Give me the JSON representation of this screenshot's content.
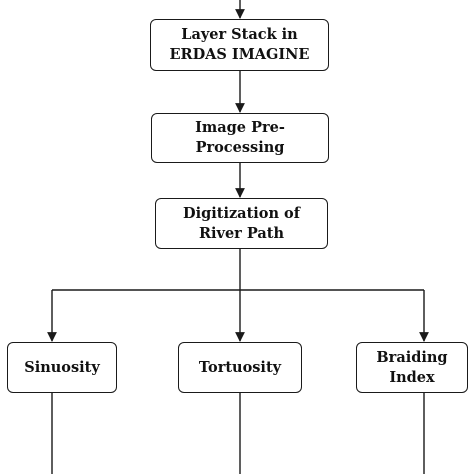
{
  "diagram": {
    "nodes": [
      {
        "id": "layer_stack",
        "label": "Layer Stack in\nERDAS IMAGINE"
      },
      {
        "id": "preprocessing",
        "label": "Image Pre-Processing"
      },
      {
        "id": "digitization",
        "label": "Digitization of\nRiver Path"
      },
      {
        "id": "sinuosity",
        "label": "Sinuosity"
      },
      {
        "id": "tortuosity",
        "label": "Tortuosity"
      },
      {
        "id": "braiding_index",
        "label": "Braiding\nIndex"
      }
    ],
    "edges": [
      {
        "from": "layer_stack",
        "to": "preprocessing"
      },
      {
        "from": "preprocessing",
        "to": "digitization"
      },
      {
        "from": "digitization",
        "to": "sinuosity"
      },
      {
        "from": "digitization",
        "to": "tortuosity"
      },
      {
        "from": "digitization",
        "to": "braiding_index"
      }
    ],
    "colors": {
      "stroke": "#1a1a1a",
      "text": "#111111",
      "background": "#ffffff"
    }
  }
}
